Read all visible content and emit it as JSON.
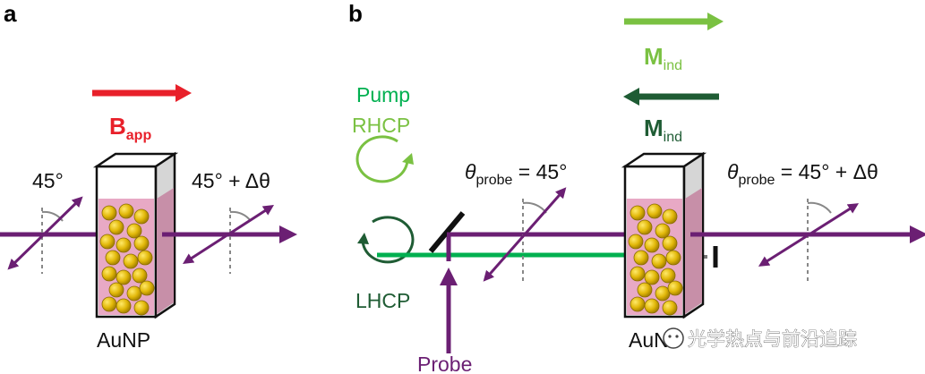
{
  "panels": {
    "a": "a",
    "b": "b"
  },
  "panel_a": {
    "field_label_main": "B",
    "field_label_sub": "app",
    "angle_in": "45°",
    "angle_out": "45° + Δθ",
    "sample": "AuNP"
  },
  "panel_b": {
    "pump": "Pump",
    "rhcp": "RHCP",
    "lhcp": "LHCP",
    "probe": "Probe",
    "theta": "θ",
    "theta_sub": "probe",
    "angle_in_value": " = 45°",
    "angle_out_value": " = 45° + Δθ",
    "m_main": "M",
    "m_sub": "ind",
    "sample": "AuNP"
  },
  "watermark": "光学热点与前沿追踪",
  "colors": {
    "beam_purple": "#6b1f73",
    "pump_green": "#00b050",
    "light_green": "#7ac142",
    "dark_green": "#1f5c34",
    "field_red": "#e8202a",
    "sample_pink": "#e8a9c5",
    "particle_gold": "#e2b80a"
  }
}
